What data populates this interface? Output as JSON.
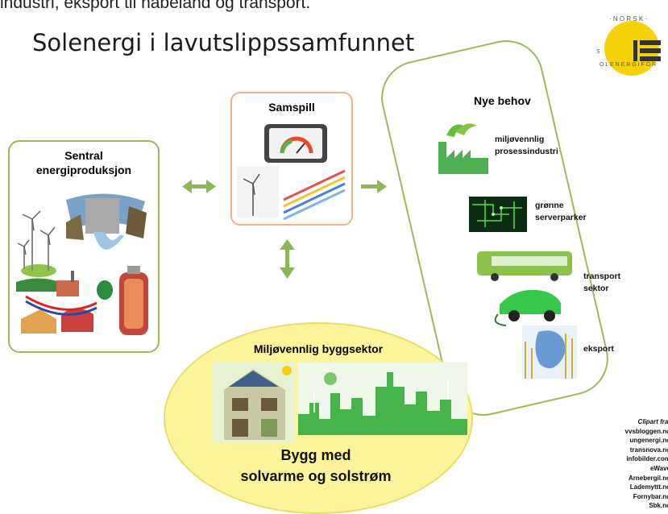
{
  "top_fragment": "industri, eksport til nabeland og transport.",
  "title": "Solenergi i lavutslippssamfunnet",
  "logo": {
    "text": "NORSK SOLENERGIFORENING",
    "icon": "solar-logo-icon",
    "color": "#f5d20a"
  },
  "sentral": {
    "heading": "Sentral energiproduksjon",
    "icons": [
      "wind-turbines-icon",
      "hydro-dam-icon",
      "district-heating-icon",
      "heat-storage-tank-icon"
    ]
  },
  "samspill": {
    "heading": "Samspill",
    "icons": [
      "smart-meter-icon",
      "wind-turbine-icon",
      "power-lines-icon"
    ]
  },
  "nye_behov": {
    "heading": "Nye behov",
    "items": [
      {
        "label": "miljøvennlig prosessindustri",
        "icon": "green-factory-icon"
      },
      {
        "label": "grønne serverparker",
        "icon": "server-park-icon"
      },
      {
        "label": "transport sektor",
        "icon": "electric-vehicles-icon"
      },
      {
        "label": "eksport",
        "icon": "export-map-icon"
      }
    ]
  },
  "byggsektor": {
    "heading": "Miljøvennlig byggsektor",
    "main_text_line1": "Bygg med",
    "main_text_line2": "solvarme og solstrøm",
    "icons": [
      "solar-house-icon",
      "green-city-icon"
    ]
  },
  "sources": {
    "heading": "Clipart fra:",
    "list": [
      "vvsbloggen.no",
      "ungenergi.no",
      "transnova.no",
      "infobilder.com",
      "eWave",
      "Arnebergil.no",
      "Lademyttt.no",
      "Fornybar.no",
      "Sbk.no"
    ]
  },
  "colors": {
    "green_border": "#9bbb59",
    "orange_border": "#f4b183",
    "arrow": "#8db55a",
    "bygg_fill": "#fbf49a"
  }
}
